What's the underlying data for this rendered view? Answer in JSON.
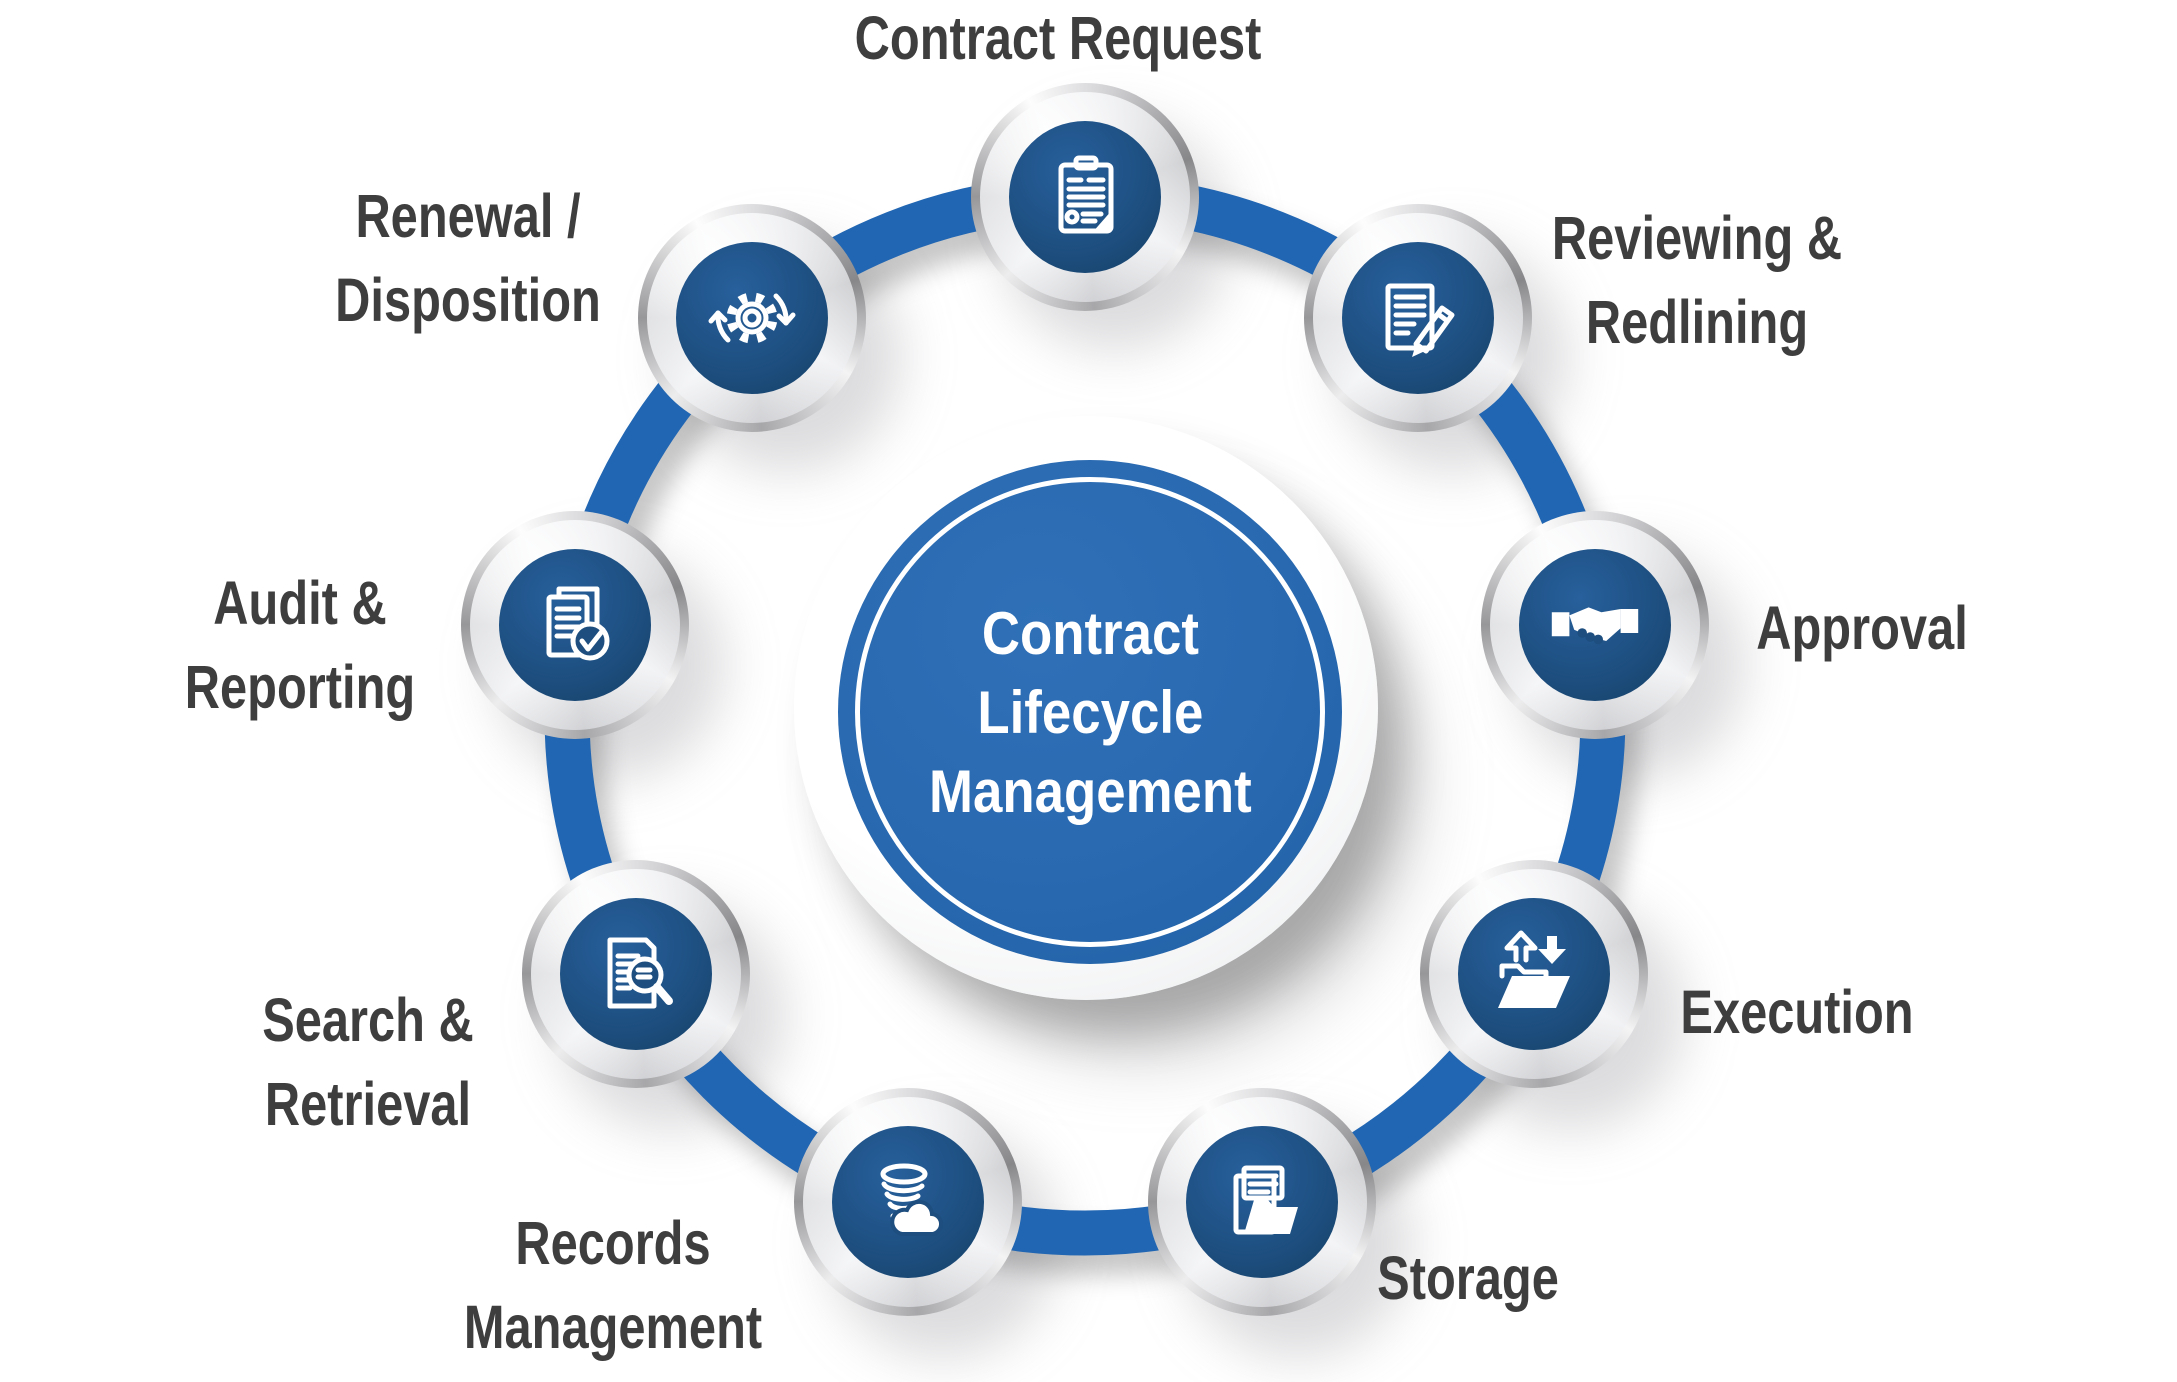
{
  "title": "Contract Lifecycle Management",
  "colors": {
    "node_core_blue": "#1d4e7f",
    "band_blue": "#2166b2",
    "center_blue": "#2969b0",
    "label_gray": "#3e3e3e",
    "ring_silver": "#a7a7aa",
    "background": "#ffffff"
  },
  "center": {
    "title_lines": [
      "Contract",
      "Lifecycle",
      "Management"
    ]
  },
  "nodes": [
    {
      "id": "contract-request",
      "label": "Contract Request",
      "label_lines": [
        "Contract Request",
        ""
      ],
      "icon": "clipboard-contract-icon"
    },
    {
      "id": "reviewing-redlining",
      "label": "Reviewing & Redlining",
      "label_lines": [
        "Reviewing &",
        "Redlining"
      ],
      "icon": "document-pencil-icon"
    },
    {
      "id": "approval",
      "label": "Approval",
      "label_lines": [
        "Approval",
        ""
      ],
      "icon": "handshake-icon"
    },
    {
      "id": "execution",
      "label": "Execution",
      "label_lines": [
        "Execution",
        ""
      ],
      "icon": "folder-arrows-icon"
    },
    {
      "id": "storage",
      "label": "Storage",
      "label_lines": [
        "Storage",
        ""
      ],
      "icon": "folder-documents-icon"
    },
    {
      "id": "records-management",
      "label": "Records Management",
      "label_lines": [
        "Records",
        "Management"
      ],
      "icon": "database-cloud-icon"
    },
    {
      "id": "search-retrieval",
      "label": "Search & Retrieval",
      "label_lines": [
        "Search &",
        "Retrieval"
      ],
      "icon": "document-magnifier-icon"
    },
    {
      "id": "audit-reporting",
      "label": "Audit & Reporting",
      "label_lines": [
        "Audit &",
        "Reporting"
      ],
      "icon": "document-check-icon"
    },
    {
      "id": "renewal-disposition",
      "label": "Renewal / Disposition",
      "label_lines": [
        "Renewal /",
        "Disposition"
      ],
      "icon": "gear-cycle-icon"
    }
  ]
}
